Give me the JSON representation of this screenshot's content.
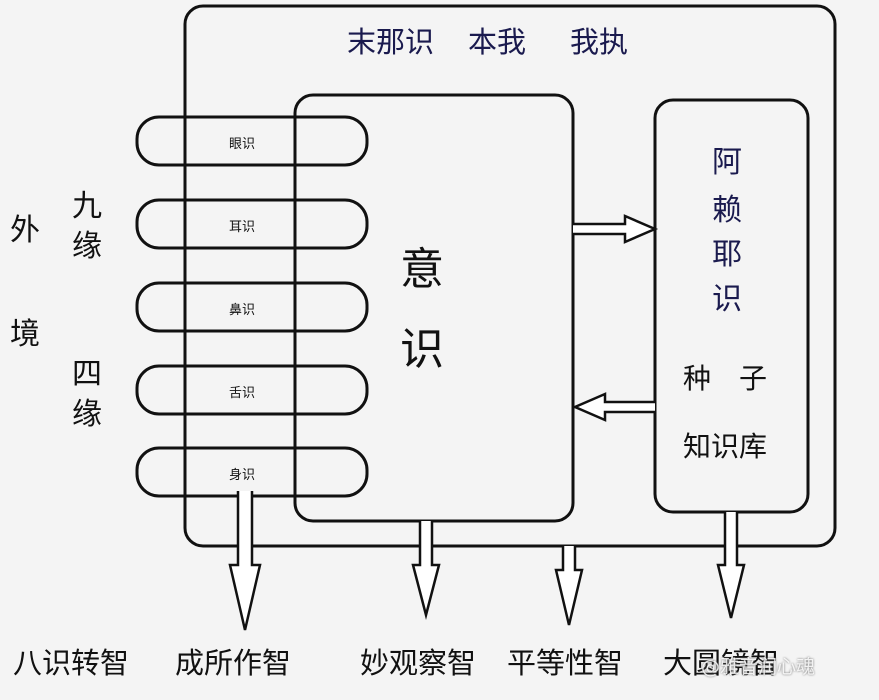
{
  "manas": {
    "label_1": "末那识",
    "label_2": "本我",
    "label_3": "我执"
  },
  "outer": {
    "chars": [
      "外",
      "境"
    ]
  },
  "nine": {
    "chars": [
      "九",
      "缘"
    ]
  },
  "four": {
    "chars": [
      "四",
      "缘"
    ]
  },
  "senses": [
    "眼识",
    "耳识",
    "鼻识",
    "舌识",
    "身识"
  ],
  "mind": {
    "chars": [
      "意",
      "识"
    ]
  },
  "alaya": {
    "chars": [
      "阿",
      "赖",
      "耶",
      "识"
    ],
    "seeds": "种　子",
    "store": "知识库"
  },
  "bottom": {
    "title": "八识转智",
    "w1": "成所作智",
    "w2": "妙观察智",
    "w3": "平等性智",
    "w4": "大圆镜智"
  },
  "watermark": "@雅音润心魂",
  "colors": {
    "stroke": "#111111",
    "manas_text": "#1a1a4e",
    "alaya_text": "#1a1a4e",
    "bg": "#f4f4f4"
  }
}
